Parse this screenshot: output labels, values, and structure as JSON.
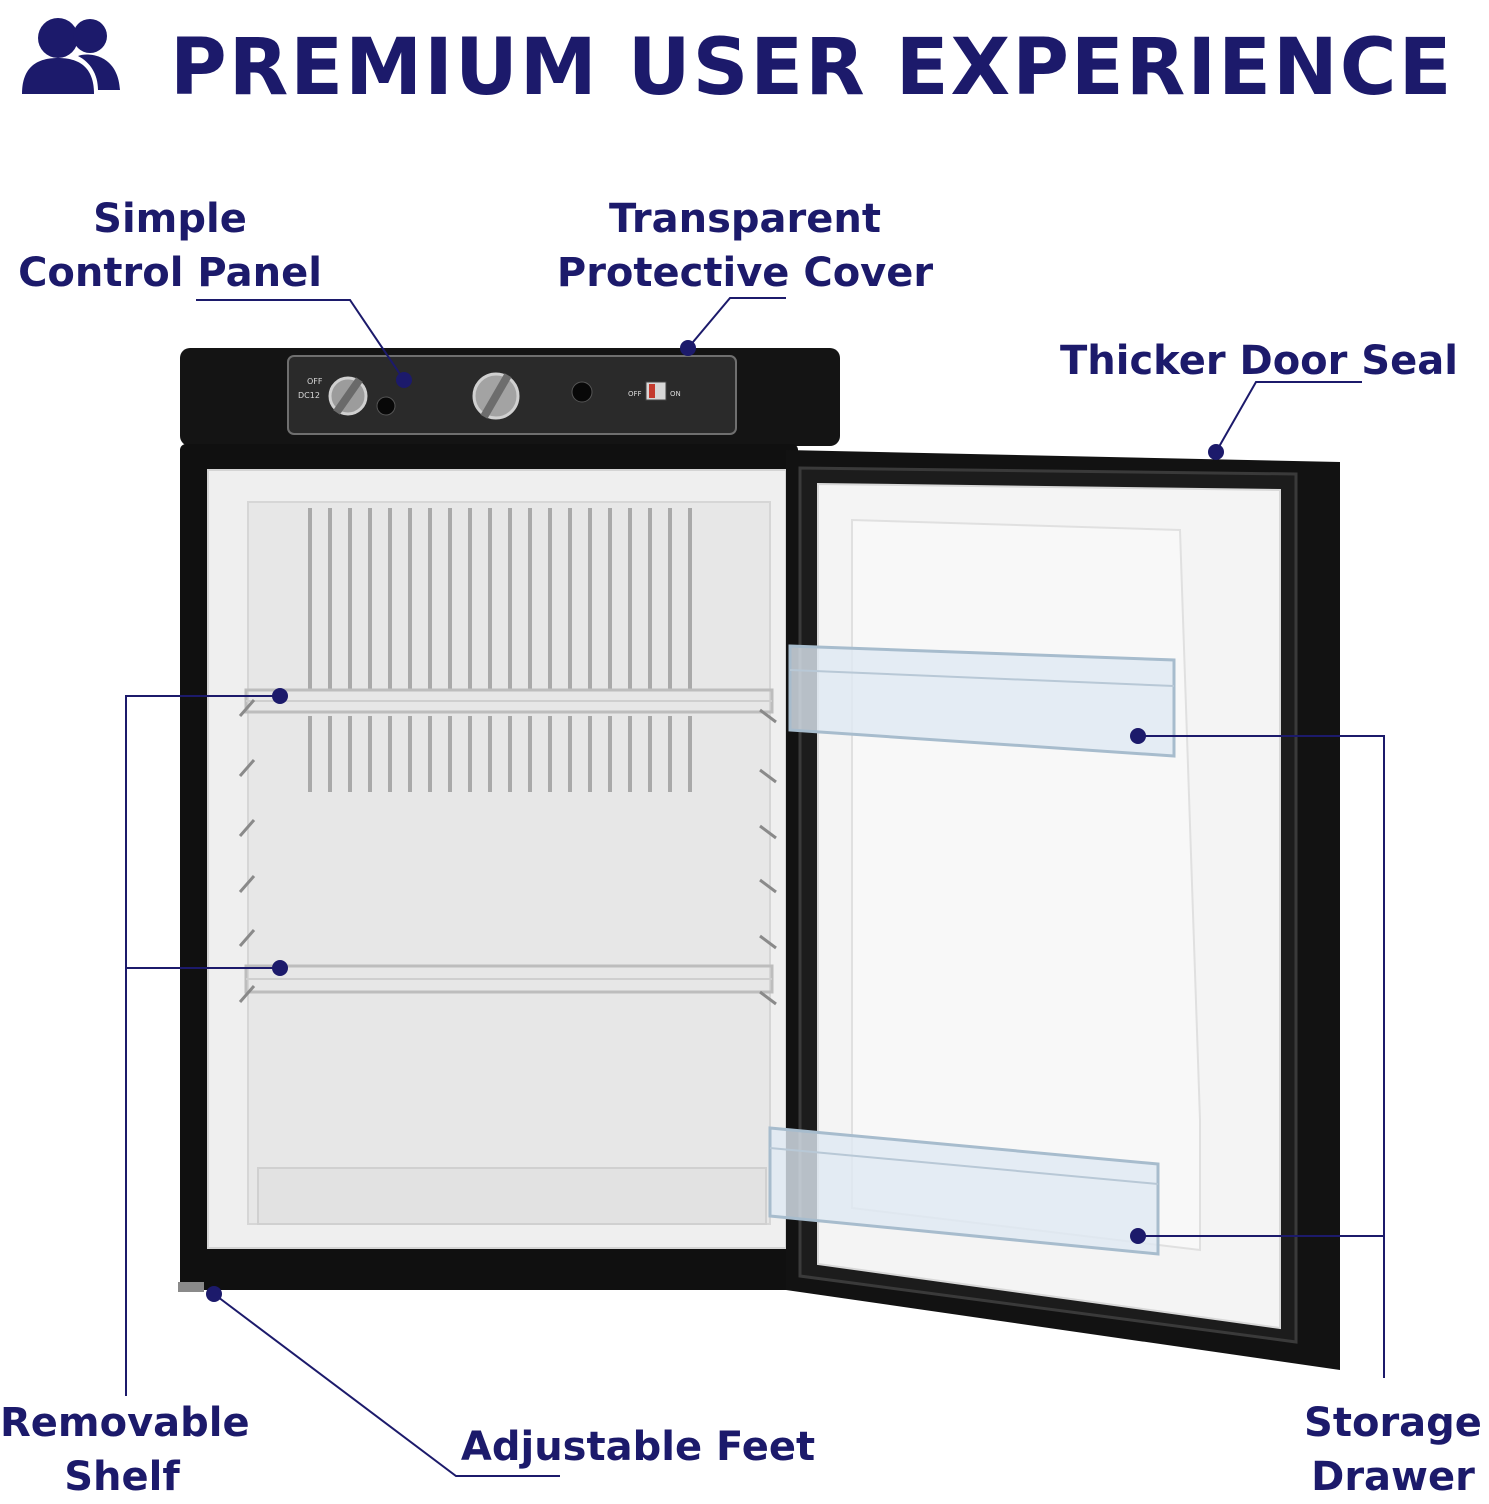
{
  "header": {
    "title": "PREMIUM USER EXPERIENCE",
    "icon": "users-icon"
  },
  "colors": {
    "accent": "#1c1a6b",
    "fridge_body": "#111111",
    "interior": "#ededed"
  },
  "callouts": {
    "control_panel": {
      "line1": "Simple",
      "line2": "Control Panel"
    },
    "protective_cover": {
      "line1": "Transparent",
      "line2": "Protective Cover"
    },
    "door_seal": {
      "line1": "Thicker Door Seal"
    },
    "removable_shelf": {
      "line1": "Removable",
      "line2": "Shelf"
    },
    "adjustable_feet": {
      "line1": "Adjustable Feet"
    },
    "storage_drawer": {
      "line1": "Storage",
      "line2": "Drawer"
    }
  },
  "control_panel": {
    "knob_left_off": "OFF",
    "knob_left_sub": "DC12",
    "switch_off": "OFF",
    "switch_on": "ON"
  }
}
